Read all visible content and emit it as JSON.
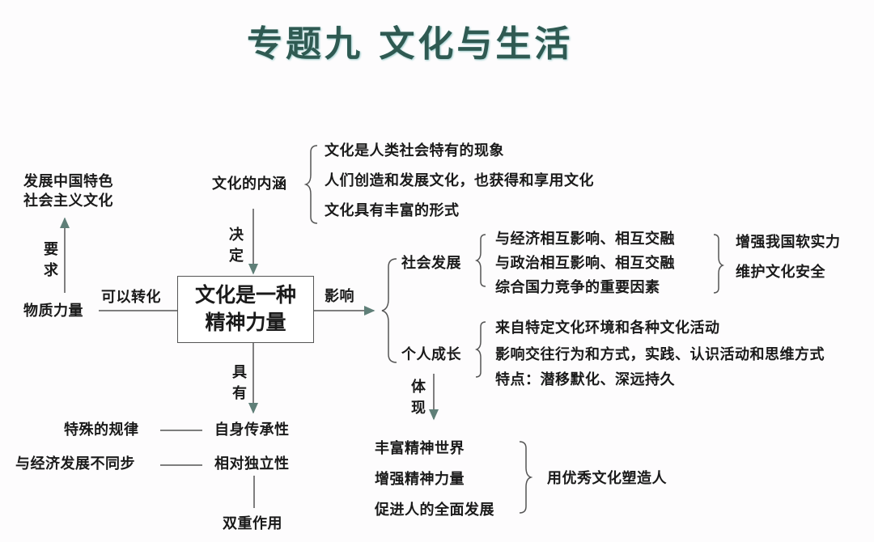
{
  "title": "专题九  文化与生活",
  "center": {
    "line1": "文化是一种",
    "line2": "精神力量"
  },
  "connotation": {
    "label": "文化的内涵",
    "items": [
      "文化是人类社会特有的现象",
      "人们创造和发展文化，也获得和享用文化",
      "文化具有丰富的形式"
    ],
    "arrow_label": "决定"
  },
  "left": {
    "goal": {
      "line1": "发展中国特色",
      "line2": "社会主义文化"
    },
    "arrow_label": "要求",
    "material": "物质力量",
    "transform_label": "可以转化"
  },
  "influence": {
    "label": "影响",
    "social": {
      "label": "社会发展",
      "items": [
        "与经济相互影响、相互交融",
        "与政治相互影响、相互交融",
        "综合国力竞争的重要因素"
      ],
      "results": [
        "增强我国软实力",
        "维护文化安全"
      ]
    },
    "personal": {
      "label": "个人成长",
      "items": [
        "来自特定文化环境和各种文化活动",
        "影响交往行为和方式，实践、认识活动和思维方式",
        "特点：潜移默化、深远持久"
      ],
      "arrow_label": "体现"
    }
  },
  "manifest": {
    "items": [
      "丰富精神世界",
      "增强精神力量",
      "促进人的全面发展"
    ],
    "result": "用优秀文化塑造人"
  },
  "properties": {
    "arrow_label": "具有",
    "inheritance": "自身传承性",
    "inheritance_note": "特殊的规律",
    "independence": "相对独立性",
    "independence_note": "与经济发展不同步",
    "dual": "双重作用"
  },
  "colors": {
    "title": "#2f5a52",
    "arrow": "#5f7f78",
    "line": "#555555"
  }
}
